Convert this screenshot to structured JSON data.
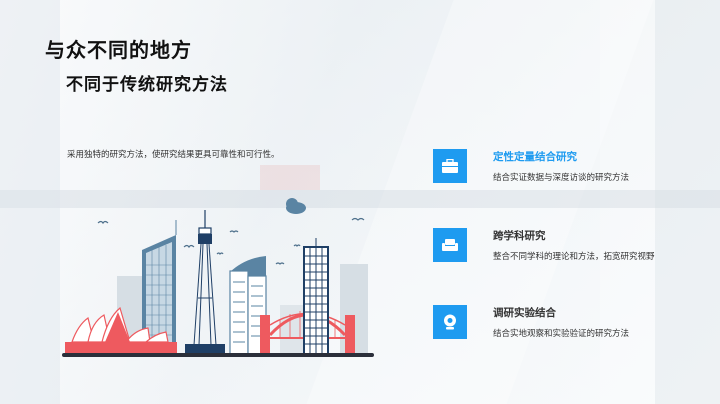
{
  "slide": {
    "title": "与众不同的地方",
    "subtitle": "不同于传统研究方法",
    "description": "采用独特的研究方法，使研究结果更具可靠性和可行性。"
  },
  "features": [
    {
      "icon": "briefcase-icon",
      "title": "定性定量结合研究",
      "description": "结合实证数据与深度访谈的研究方法",
      "highlighted": true
    },
    {
      "icon": "sofa-icon",
      "title": "跨学科研究",
      "description": "整合不同学科的理论和方法，拓宽研究视野",
      "highlighted": false
    },
    {
      "icon": "webcam-icon",
      "title": "调研实验结合",
      "description": "结合实地观察和实验验证的研究方法",
      "highlighted": false
    }
  ],
  "colors": {
    "accent": "#1e9bf0",
    "skyline_navy": "#1f3f66",
    "skyline_steel": "#5a84a3",
    "skyline_red": "#ee5a5f",
    "skyline_ground": "#2b2f3a"
  }
}
